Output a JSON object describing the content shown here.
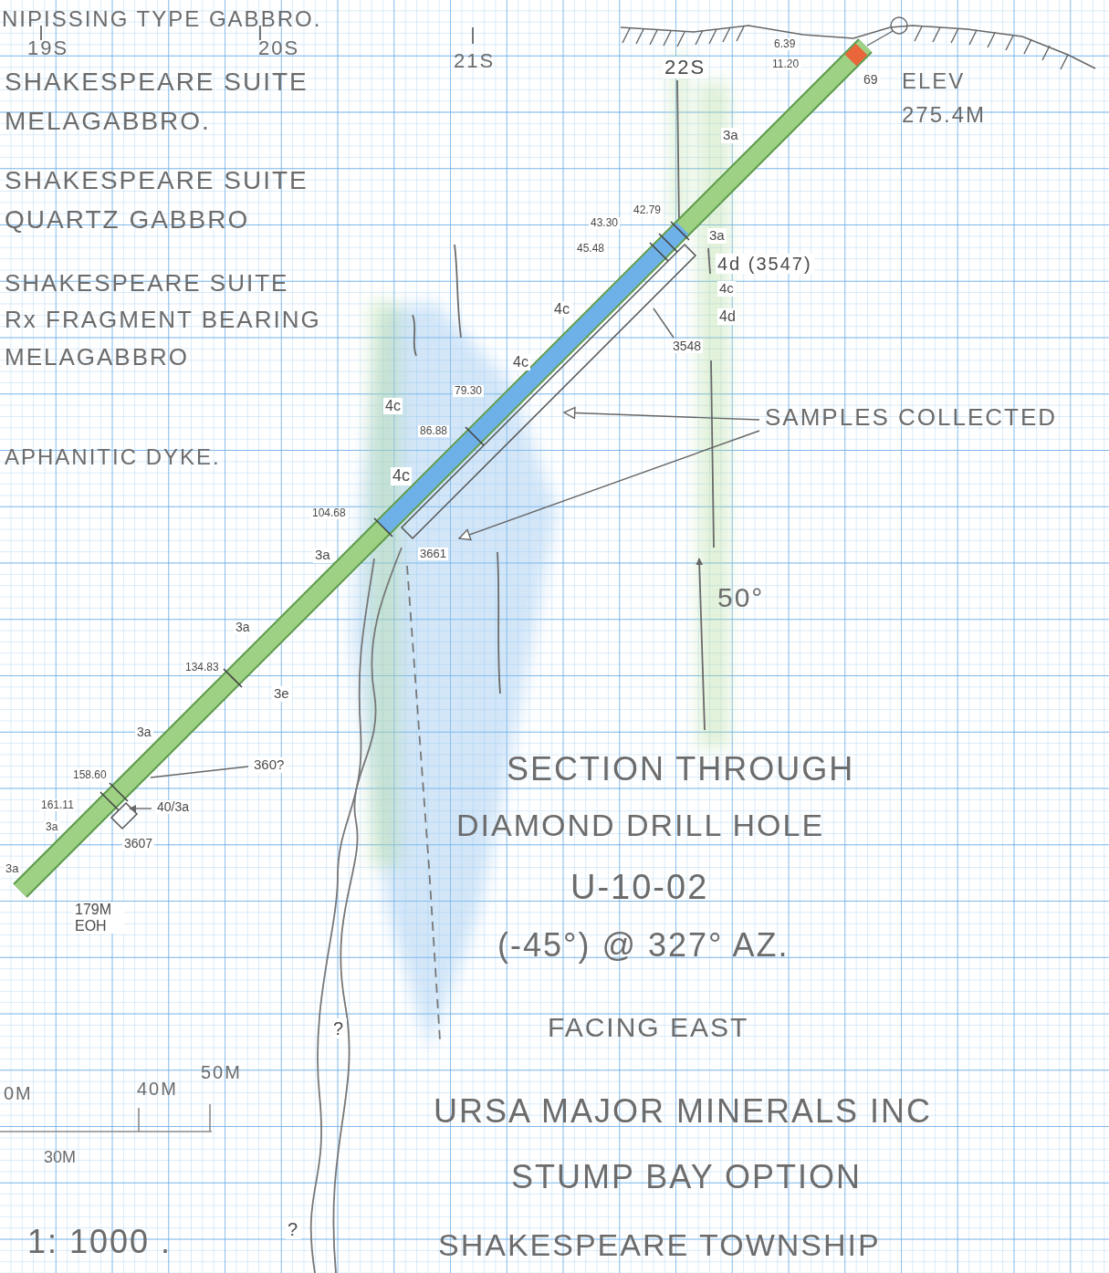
{
  "diagram": {
    "labels": [
      "NIPISSING TYPE GABBRO.",
      "19S",
      "20S",
      "21S",
      "22S",
      "SHAKESPEARE SUITE MELAGABBRO.",
      "SHAKESPEARE SUITE QUARTZ GABBRO",
      "SHAKESPEARE SUITE Rx FRAGMENT BEARING MELAGABBRO",
      "APHANITIC DYKE.",
      "6.39",
      "11.20",
      "69",
      "ELEV 275.4M",
      "3a",
      "43.30",
      "42.79",
      "45.48",
      "3a",
      "4d (3547)",
      "4c",
      "4d",
      "3548",
      "4c",
      "4c",
      "79.30",
      "4c",
      "86.88",
      "4c",
      "SAMPLES COLLECTED",
      "104.68",
      "3a",
      "3661",
      "50°",
      "3a",
      "134.83",
      "3e",
      "3a",
      "360?",
      "158.60",
      "161.11",
      "40/3a",
      "3a",
      "3607",
      "3a",
      "179M EOH",
      "SECTION THROUGH",
      "DIAMOND DRILL HOLE",
      "U-10-02",
      "(-45°) @ 327° AZ.",
      "FACING EAST",
      "URSA MAJOR MINERALS INC",
      "STUMP BAY OPTION",
      "SHAKESPEARE TOWNSHIP",
      "0M",
      "40M",
      "50M",
      "30M",
      "1: 1000 .",
      "?",
      "?"
    ]
  }
}
